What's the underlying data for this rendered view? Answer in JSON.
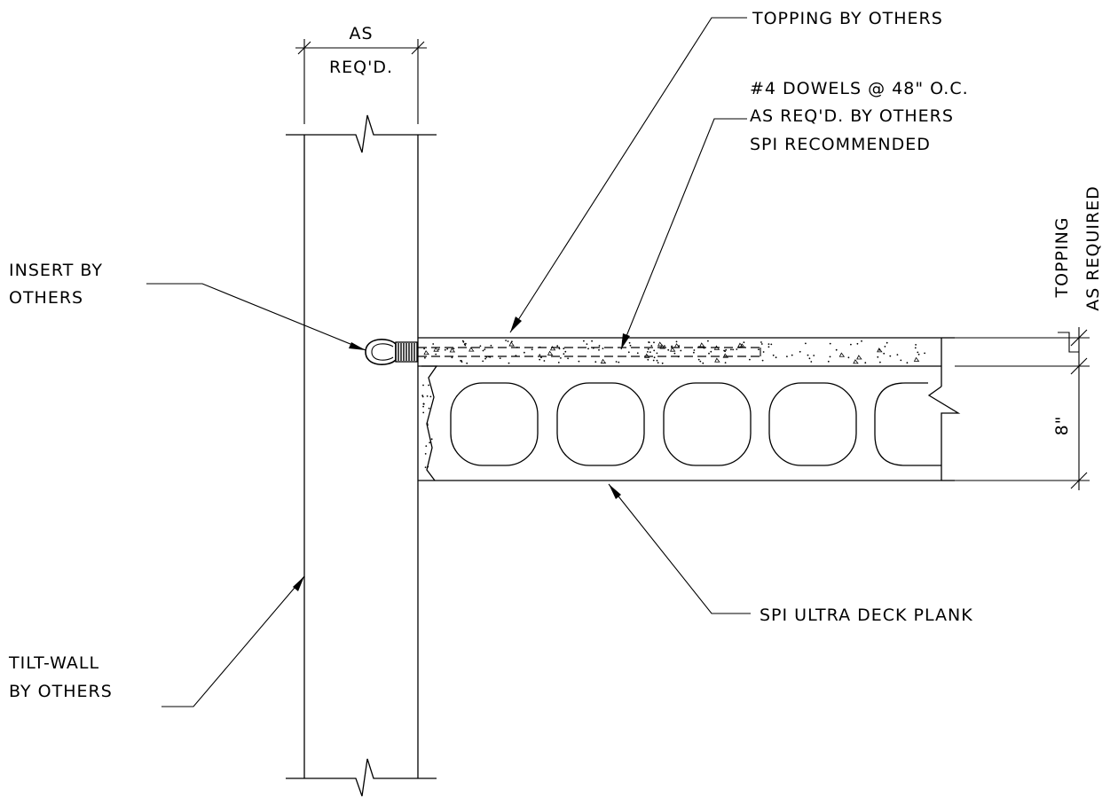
{
  "labels": {
    "topping_by_others": "TOPPING BY OTHERS",
    "dowels_line1": "#4 DOWELS @ 48\" O.C.",
    "dowels_line2": "AS REQ'D. BY OTHERS",
    "dowels_line3": "SPI RECOMMENDED",
    "insert_line1": "INSERT BY",
    "insert_line2": "OTHERS",
    "tilt_wall_line1": "TILT-WALL",
    "tilt_wall_line2": "BY OTHERS",
    "plank": "SPI ULTRA DECK PLANK",
    "wall_dim_line1": "AS",
    "wall_dim_line2": "REQ'D.",
    "topping_dim_line1": "TOPPING",
    "topping_dim_line2": "AS REQUIRED",
    "plank_dim": "8\""
  }
}
